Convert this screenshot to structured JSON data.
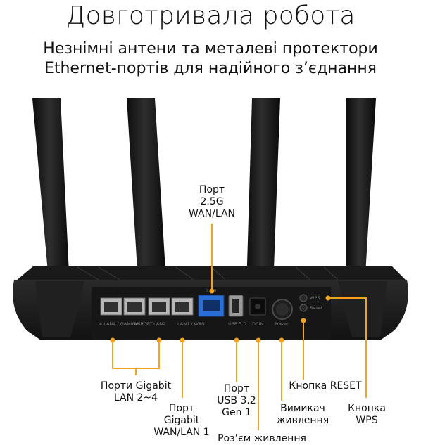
{
  "heading": {
    "title": "Довготривала робота",
    "subtitle_line1": "Незнімні антени та металеві протектори",
    "subtitle_line2": "Ethernet-портів для надійного з’єднання"
  },
  "device_labels": {
    "lan4_gaming": "4 LAN4 / GAMING PORT",
    "lan3": "LAN3",
    "lan2": "LAN2",
    "lan1_wan": "LAN1 / WAN",
    "port_25g": "2.5G",
    "usb": "USB 3.0",
    "dcin": "DCIN",
    "power": "Power",
    "wps": "WPS",
    "reset": "Reset"
  },
  "callouts": {
    "wan25": {
      "line1": "Порт",
      "line2": "2.5G",
      "line3": "WAN/LAN"
    },
    "gigabit_lan": {
      "line1": "Порти Gigabit",
      "line2": "LAN 2~4"
    },
    "gigabit_wan": {
      "line1": "Порт",
      "line2": "Gigabit",
      "line3": "WAN/LAN 1"
    },
    "usb32": {
      "line1": "Порт",
      "line2": "USB 3.2",
      "line3": "Gen 1"
    },
    "power_socket": {
      "line1": "Роз’єм живлення"
    },
    "power_switch": {
      "line1": "Вимикач",
      "line2": "живлення"
    },
    "reset_button": {
      "line1": "Кнопка RESET"
    },
    "wps_button": {
      "line1": "Кнопка",
      "line2": "WPS"
    }
  },
  "colors": {
    "accent": "#f2a21d",
    "router_body": "#1c1c1c",
    "port_blue": "#2a6fd6"
  }
}
